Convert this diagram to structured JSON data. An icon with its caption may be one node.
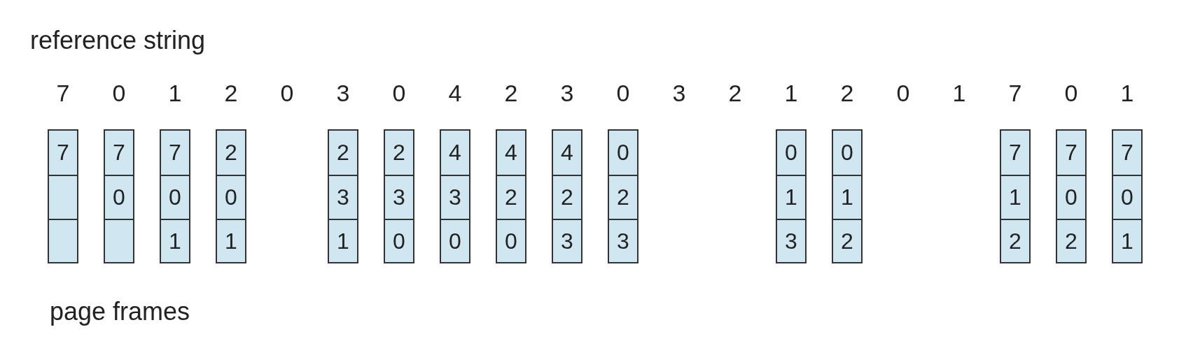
{
  "diagram": {
    "nodes": [
      {
        "text": [],
        "shape": "box"
      },
      {
        "text": [
          "7"
        ],
        "in": 0
      },
      {
        "text": [],
        "shape": "box",
        "in": 0
      },
      {
        "text": [],
        "shape": "box",
        "in": 0
      },
      {
        "text": [],
        "shape": "box"
      },
      {
        "text": [
          "7"
        ],
        "in": 4
      },
      {
        "text": [
          "0"
        ],
        "in": 4
      },
      {
        "text": [],
        "shape": "box",
        "in": 4
      },
      {
        "text": [],
        "shape": "box"
      },
      {
        "text": [
          "7"
        ],
        "in": 8
      },
      {
        "text": [
          "0"
        ],
        "in": 8
      },
      {
        "text": [
          "1"
        ],
        "in": 8
      },
      {
        "text": [],
        "shape": "box"
      },
      {
        "text": [
          "2"
        ],
        "in": 12
      },
      {
        "text": [
          "0"
        ],
        "in": 12
      },
      {
        "text": [
          "1"
        ],
        "in": 12
      },
      {
        "text": [],
        "shape": "box"
      },
      {
        "text": [
          "2"
        ],
        "in": 16
      },
      {
        "text": [
          "3"
        ],
        "in": 16
      },
      {
        "text": [
          "1"
        ],
        "in": 16
      },
      {
        "text": [],
        "shape": "box"
      },
      {
        "text": [
          "2"
        ],
        "in": 20
      },
      {
        "text": [
          "3"
        ],
        "in": 20
      },
      {
        "text": [
          "0"
        ],
        "in": 20
      },
      {
        "text": [],
        "shape": "box"
      },
      {
        "text": [
          "4"
        ],
        "in": 24
      },
      {
        "text": [
          "3"
        ],
        "in": 24
      },
      {
        "text": [
          "0"
        ],
        "in": 24
      },
      {
        "text": [],
        "shape": "box"
      },
      {
        "text": [
          "4"
        ],
        "in": 28
      },
      {
        "text": [
          "2"
        ],
        "in": 28
      },
      {
        "text": [
          "0"
        ],
        "in": 28
      },
      {
        "text": [],
        "shape": "box"
      },
      {
        "text": [
          "4"
        ],
        "in": 32
      },
      {
        "text": [
          "2"
        ],
        "in": 32
      },
      {
        "text": [
          "3"
        ],
        "in": 32
      },
      {
        "text": [],
        "shape": "box"
      },
      {
        "text": [
          "0"
        ],
        "in": 36
      },
      {
        "text": [
          "2"
        ],
        "in": 36
      },
      {
        "text": [
          "3"
        ],
        "in": 36
      },
      {
        "text": [],
        "shape": "box"
      },
      {
        "text": [
          "0"
        ],
        "in": 40
      },
      {
        "text": [
          "1"
        ],
        "in": 40
      },
      {
        "text": [
          "3"
        ],
        "in": 40
      },
      {
        "text": [],
        "shape": "box"
      },
      {
        "text": [
          "0"
        ],
        "in": 44
      },
      {
        "text": [
          "1"
        ],
        "in": 44
      },
      {
        "text": [
          "2"
        ],
        "in": 44
      },
      {
        "text": [],
        "shape": "box"
      },
      {
        "text": [
          "7"
        ],
        "in": 48
      },
      {
        "text": [
          "1"
        ],
        "in": 48
      },
      {
        "text": [
          "2"
        ],
        "in": 48
      },
      {
        "text": [],
        "shape": "box"
      },
      {
        "text": [
          "7"
        ],
        "in": 52
      },
      {
        "text": [
          "0"
        ],
        "in": 52
      },
      {
        "text": [
          "2"
        ],
        "in": 52
      },
      {
        "text": [],
        "shape": "box"
      },
      {
        "text": [
          "7"
        ],
        "in": 56
      },
      {
        "text": [
          "0"
        ],
        "in": 56
      },
      {
        "text": [
          "1"
        ],
        "in": 56
      }
    ],
    "edges": [],
    "labels": [
      "reference string",
      "7",
      "0",
      "1",
      "2",
      "0",
      "3",
      "0",
      "4",
      "2",
      "3",
      "0",
      "3",
      "2",
      "1",
      "2",
      "0",
      "1",
      "7",
      "0",
      "1",
      "page frames"
    ]
  }
}
